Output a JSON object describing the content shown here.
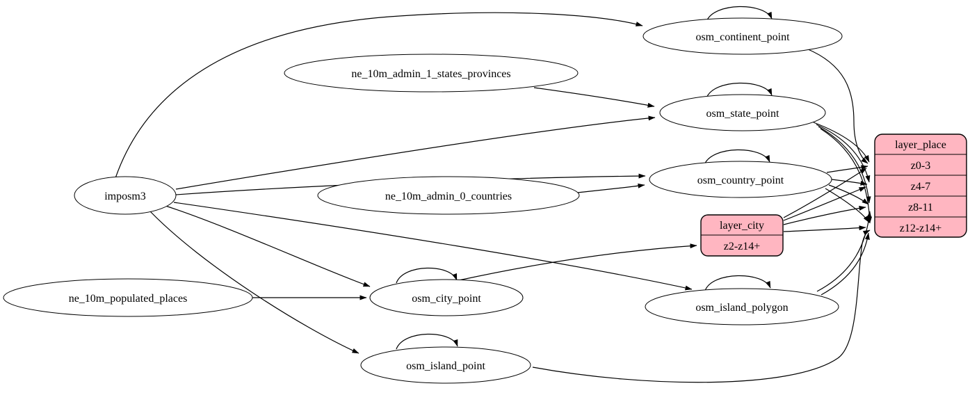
{
  "diagram": {
    "type": "graphviz-etl-digraph",
    "background": "#ffffff",
    "edge_color": "#000000",
    "ellipse_fill": "#ffffff",
    "record_fill": "#ffb6c1",
    "record_style": "rounded,filled"
  },
  "nodes": {
    "imposm3": {
      "label": "imposm3"
    },
    "ne_10m_admin_1_states_provinces": {
      "label": "ne_10m_admin_1_states_provinces"
    },
    "ne_10m_admin_0_countries": {
      "label": "ne_10m_admin_0_countries"
    },
    "ne_10m_populated_places": {
      "label": "ne_10m_populated_places"
    },
    "osm_continent_point": {
      "label": "osm_continent_point"
    },
    "osm_state_point": {
      "label": "osm_state_point"
    },
    "osm_country_point": {
      "label": "osm_country_point"
    },
    "osm_city_point": {
      "label": "osm_city_point"
    },
    "osm_island_polygon": {
      "label": "osm_island_polygon"
    },
    "osm_island_point": {
      "label": "osm_island_point"
    }
  },
  "records": {
    "layer_place": {
      "title": "layer_place",
      "rows": [
        "z0-3",
        "z4-7",
        "z8-11",
        "z12-z14+"
      ]
    },
    "layer_city": {
      "title": "layer_city",
      "rows": [
        "z2-z14+"
      ]
    }
  },
  "edges": [
    {
      "from": "imposm3",
      "to": "osm_continent_point"
    },
    {
      "from": "imposm3",
      "to": "osm_state_point"
    },
    {
      "from": "imposm3",
      "to": "osm_country_point"
    },
    {
      "from": "imposm3",
      "to": "osm_city_point"
    },
    {
      "from": "imposm3",
      "to": "osm_island_polygon"
    },
    {
      "from": "imposm3",
      "to": "osm_island_point"
    },
    {
      "from": "ne_10m_admin_1_states_provinces",
      "to": "osm_state_point"
    },
    {
      "from": "ne_10m_admin_0_countries",
      "to": "osm_country_point"
    },
    {
      "from": "ne_10m_populated_places",
      "to": "osm_city_point"
    },
    {
      "from": "osm_continent_point",
      "to": "osm_continent_point",
      "self_loop": true
    },
    {
      "from": "osm_state_point",
      "to": "osm_state_point",
      "self_loop": true
    },
    {
      "from": "osm_country_point",
      "to": "osm_country_point",
      "self_loop": true
    },
    {
      "from": "osm_city_point",
      "to": "osm_city_point",
      "self_loop": true
    },
    {
      "from": "osm_island_polygon",
      "to": "osm_island_polygon",
      "self_loop": true
    },
    {
      "from": "osm_island_point",
      "to": "osm_island_point",
      "self_loop": true
    },
    {
      "from": "osm_continent_point",
      "to": "layer_place",
      "port": "z0-3"
    },
    {
      "from": "osm_state_point",
      "to": "layer_place",
      "port": "z0-3"
    },
    {
      "from": "osm_state_point",
      "to": "layer_place",
      "port": "z4-7"
    },
    {
      "from": "osm_state_point",
      "to": "layer_place",
      "port": "z8-11"
    },
    {
      "from": "osm_state_point",
      "to": "layer_place",
      "port": "z12-z14+"
    },
    {
      "from": "osm_country_point",
      "to": "layer_place",
      "port": "z0-3"
    },
    {
      "from": "osm_country_point",
      "to": "layer_place",
      "port": "z4-7"
    },
    {
      "from": "osm_country_point",
      "to": "layer_place",
      "port": "z8-11"
    },
    {
      "from": "osm_country_point",
      "to": "layer_place",
      "port": "z12-z14+"
    },
    {
      "from": "osm_city_point",
      "to": "layer_city",
      "port": "z2-z14+"
    },
    {
      "from": "layer_city",
      "to": "layer_place",
      "port": "z0-3"
    },
    {
      "from": "layer_city",
      "to": "layer_place",
      "port": "z4-7"
    },
    {
      "from": "layer_city",
      "to": "layer_place",
      "port": "z8-11"
    },
    {
      "from": "layer_city",
      "to": "layer_place",
      "port": "z12-z14+"
    },
    {
      "from": "osm_island_polygon",
      "to": "layer_place",
      "port": "z8-11"
    },
    {
      "from": "osm_island_polygon",
      "to": "layer_place",
      "port": "z12-z14+"
    },
    {
      "from": "osm_island_point",
      "to": "layer_place",
      "port": "z12-z14+"
    }
  ]
}
